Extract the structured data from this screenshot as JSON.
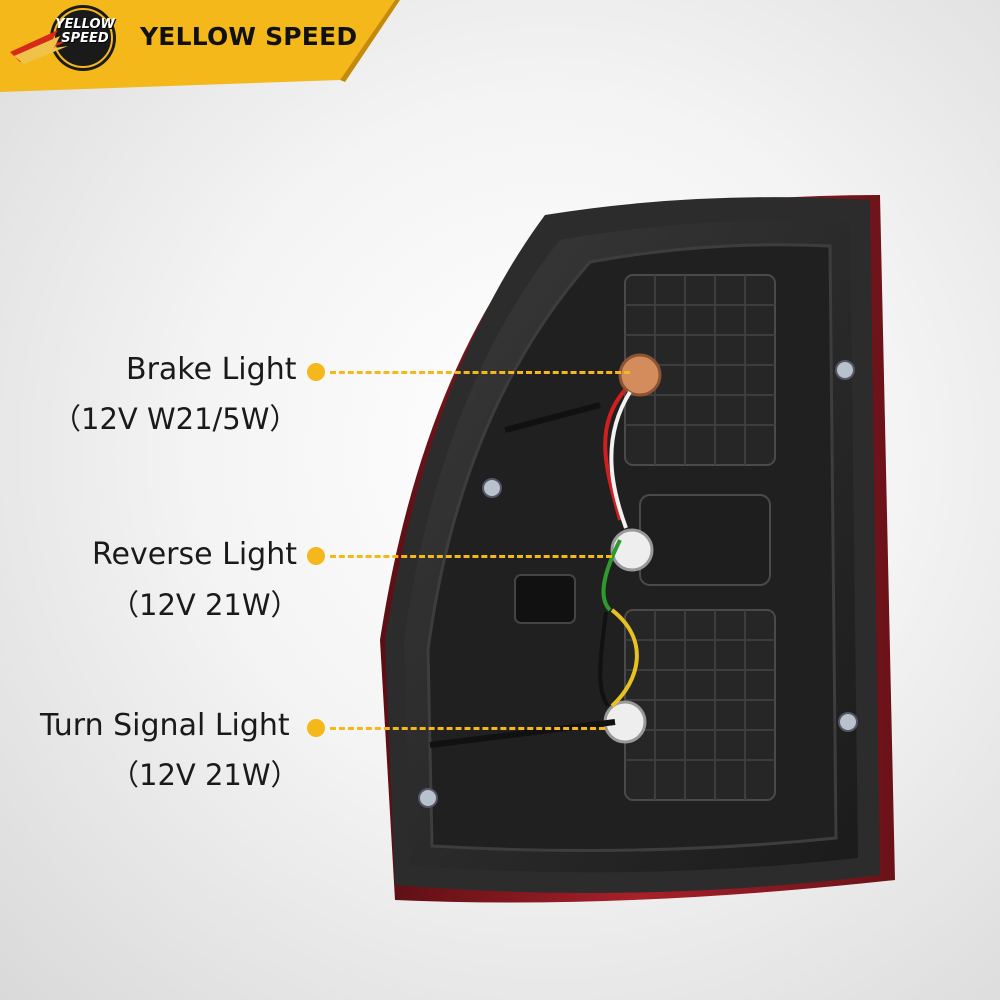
{
  "brand": {
    "name": "YELLOW SPEED",
    "logo_line1": "YELLOW",
    "logo_line2": "SPEED",
    "accent_color": "#f4b81b",
    "banner_color": "#f4b81b"
  },
  "callouts": [
    {
      "name": "Brake Light",
      "spec": "（12V W21/5W）"
    },
    {
      "name": "Reverse Light",
      "spec": "（12V 21W）"
    },
    {
      "name": "Turn Signal Light",
      "spec": "（12V 21W）"
    }
  ],
  "product": {
    "icon": "tail-light-assembly-rear-view"
  }
}
